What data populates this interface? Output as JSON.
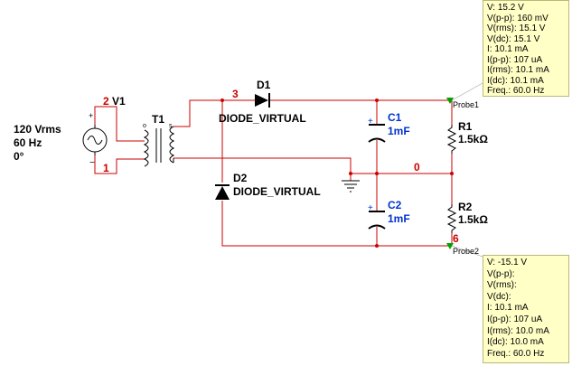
{
  "source": {
    "name": "V1",
    "line1": "120 Vrms",
    "line2": "60 Hz",
    "line3": "0°"
  },
  "transformer": {
    "name": "T1"
  },
  "d1": {
    "name": "D1",
    "model": "DIODE_VIRTUAL"
  },
  "d2": {
    "name": "D2",
    "model": "DIODE_VIRTUAL"
  },
  "c1": {
    "name": "C1",
    "value": "1mF"
  },
  "c2": {
    "name": "C2",
    "value": "1mF"
  },
  "r1": {
    "name": "R1",
    "value": "1.5kΩ"
  },
  "r2": {
    "name": "R2",
    "value": "1.5kΩ"
  },
  "nets": {
    "n2": "2",
    "n1": "1",
    "n3": "3",
    "n0": "0",
    "n6": "6"
  },
  "probe1": {
    "label": "Probe1",
    "readings": [
      "V: 15.2 V",
      "V(p-p): 160 mV",
      "V(rms): 15.1 V",
      "V(dc): 15.1 V",
      "I: 10.1 mA",
      "I(p-p): 107 uA",
      "I(rms): 10.1 mA",
      "I(dc): 10.1 mA",
      "Freq.: 60.0 Hz"
    ]
  },
  "probe2": {
    "label": "Probe2",
    "readings": [
      "V: -15.1 V",
      "V(p-p):",
      "V(rms):",
      "V(dc):",
      "I: 10.1 mA",
      "I(p-p): 107 uA",
      "I(rms): 10.0 mA",
      "I(dc): 10.0 mA",
      "Freq.: 60.0 Hz"
    ]
  },
  "colors": {
    "wire_red": "#cc0000",
    "component_black": "#000000",
    "label_blue": "#0033cc",
    "probe_green": "#00a000",
    "probe_bg": "#ffffc6"
  }
}
